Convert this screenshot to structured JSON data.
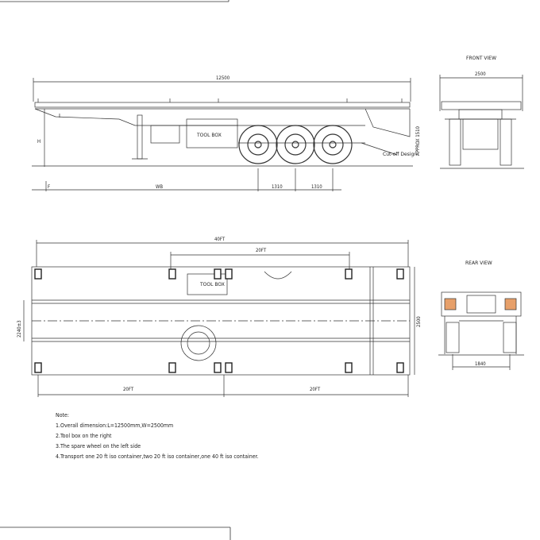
{
  "side_view": {
    "overall_length": "12500",
    "height_label": "APPROX 1510",
    "tool_box": "TOOL BOX",
    "cut_off": "Cut-off Design",
    "h_label": "H",
    "f_label": "F",
    "wb_label": "WB",
    "axle_spacing_1": "1310",
    "axle_spacing_2": "1310"
  },
  "front_view": {
    "title": "FRONT VIEW",
    "width": "2500"
  },
  "top_view": {
    "length": "40FT",
    "inner": "20FT",
    "tool_box": "TOOL BOX",
    "left_dim": "2240±3",
    "right_dim": "2500",
    "bottom_left": "20FT",
    "bottom_right": "20FT"
  },
  "rear_view": {
    "title": "REAR VIEW",
    "track": "1840"
  },
  "notes": {
    "heading": "Note:",
    "items": [
      "1.Overall dimension:L=12500mm,W=2500mm",
      "2.Tool box on the right",
      "3.The spare wheel on the left side",
      "4.Transport one 20 ft iso container,two 20 ft iso container,one 40 ft iso container."
    ]
  }
}
